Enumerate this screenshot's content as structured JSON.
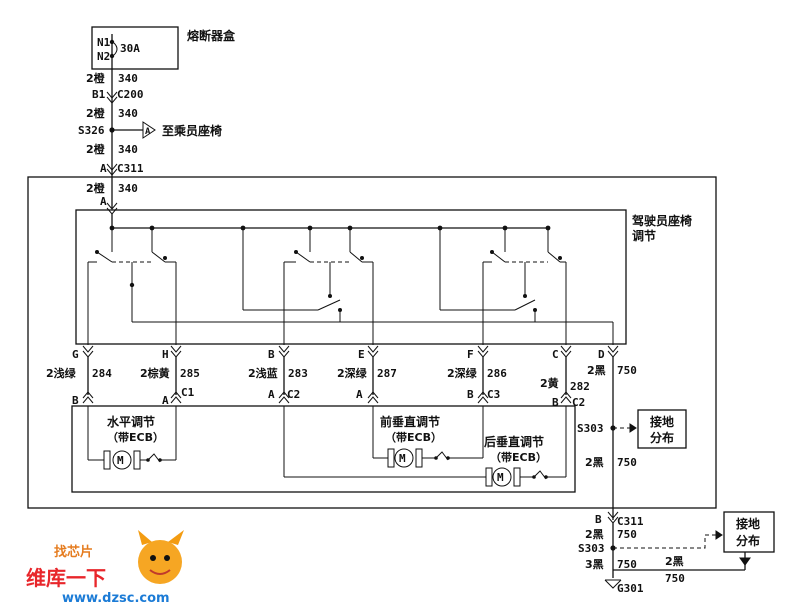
{
  "labels": {
    "fuse_box": "熔断器盒",
    "fuse_n1": "N1",
    "fuse_n2": "N2",
    "fuse_rating": "30A",
    "to_passenger_seat": "至乘员座椅",
    "driver_seat_adjust_l1": "驾驶员座椅",
    "driver_seat_adjust_l2": "调节",
    "horizontal_adjust": "水平调节",
    "front_vertical_adjust": "前垂直调节",
    "rear_vertical_adjust": "后垂直调节",
    "with_ecb": "（带ECB）",
    "ground_dist_l1": "接地",
    "ground_dist_l2": "分布",
    "motor": "M"
  },
  "wires": {
    "w1_color": "2橙",
    "w1_num": "340",
    "w1_pin": "B1",
    "w1_conn": "C200",
    "w2_color": "2橙",
    "w2_num": "340",
    "splice_s326": "S326",
    "splice_a": "A",
    "w3_color": "2橙",
    "w3_num": "340",
    "c311_pin": "A",
    "c311": "C311",
    "w4_color": "2橙",
    "w4_num": "340",
    "w4_pin": "A",
    "pin_g": "G",
    "pin_h": "H",
    "pin_b": "B",
    "pin_e": "E",
    "pin_f": "F",
    "pin_c": "C",
    "pin_d": "D",
    "g_color": "2浅绿",
    "g_num": "284",
    "h_color": "2棕黄",
    "h_num": "285",
    "b_color": "2浅蓝",
    "b_num": "283",
    "e_color": "2深绿",
    "e_num": "287",
    "f_color": "2深绿",
    "f_num": "286",
    "c_color": "2黄",
    "c_num": "282",
    "d_color": "2黑",
    "d_num": "750",
    "c1_pin_b": "B",
    "c1_pin_a": "A",
    "c1": "C1",
    "c2a_pin": "A",
    "c2a": "C2",
    "c3_pin_a": "A",
    "c3_pin_b": "B",
    "c3": "C3",
    "c2b_pin": "B",
    "c2b": "C2",
    "s303a": "S303",
    "w750a_color": "2黑",
    "w750a_num": "750",
    "c311b_pin": "B",
    "c311b": "C311",
    "w750b_color": "2黑",
    "w750b_num": "750",
    "s303b": "S303",
    "w750c_color": "2黑",
    "w750c_num": "750",
    "w750d_color": "3黑",
    "w750d_num": "750",
    "g301": "G301"
  },
  "watermark": {
    "brand": "维库一下",
    "url": "www.dzsc.com",
    "tag": "找芯片"
  }
}
